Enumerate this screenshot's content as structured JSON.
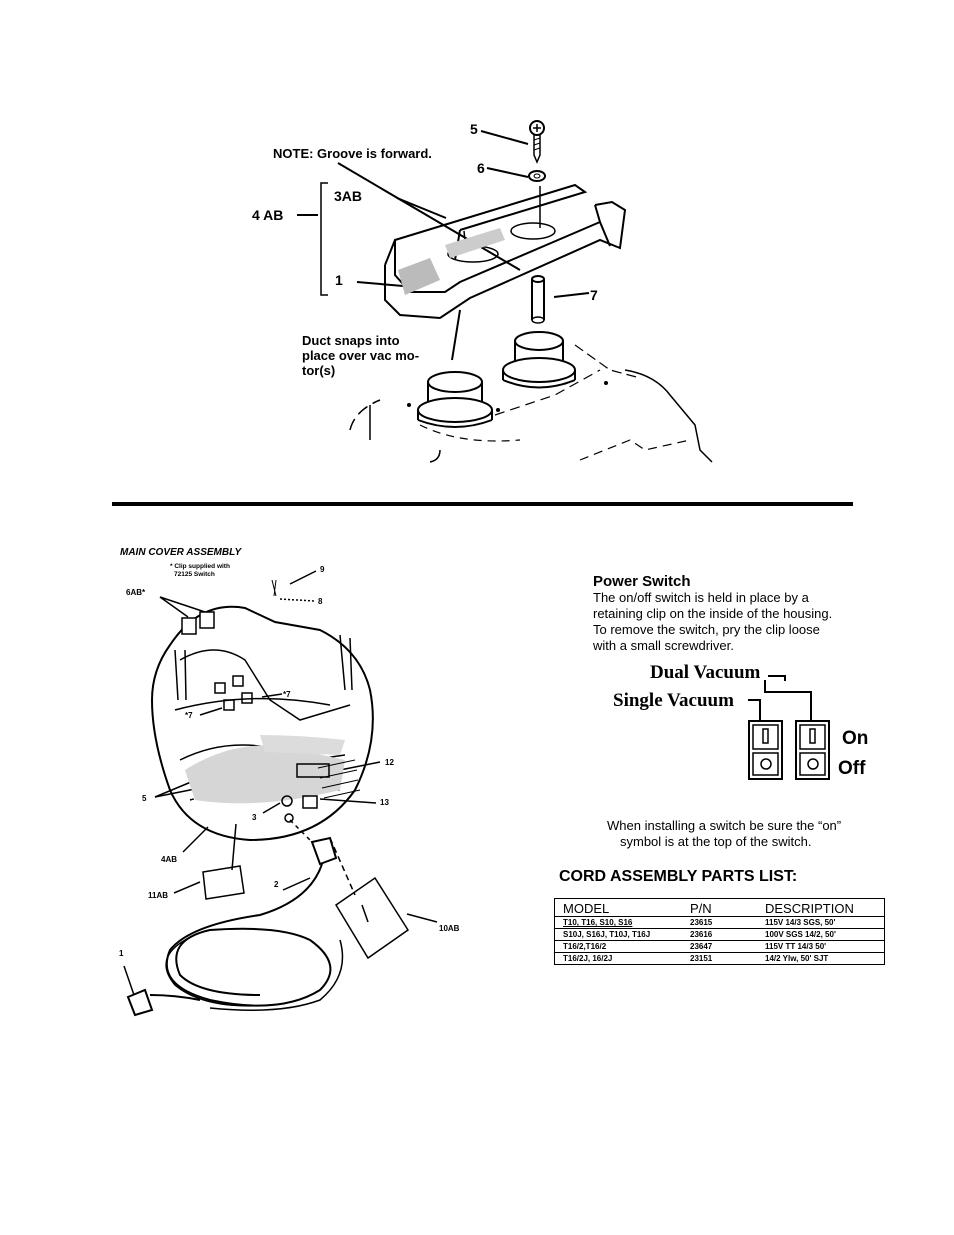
{
  "top_diagram": {
    "label_5": "5",
    "label_6": "6",
    "label_7": "7",
    "label_1": "1",
    "label_3ab": "3AB",
    "label_4ab": "4 AB",
    "note": "NOTE: Groove is forward.",
    "duct_note_lines": [
      "Duct snaps into",
      "place over vac mo-",
      "tor(s)"
    ]
  },
  "main_cover": {
    "title": "MAIN COVER ASSEMBLY",
    "clip_note_lines": [
      "* Clip supplied with",
      "72125 Switch"
    ],
    "labels": {
      "l9": "9",
      "l8": "8",
      "l6ab": "6AB*",
      "l7a": "*7",
      "l7b": "*7",
      "l12": "12",
      "l13": "13",
      "l5": "5",
      "l3": "3",
      "l4ab": "4AB",
      "l11ab": "11AB",
      "l2": "2",
      "l10ab": "10AB",
      "l1": "1"
    }
  },
  "power_switch": {
    "title": "Power Switch",
    "body_lines": [
      "The on/off switch is held in place by a",
      "retaining clip on the inside of the housing.",
      "To remove the switch, pry the clip loose",
      "with a small screwdriver."
    ],
    "dual_vacuum": "Dual Vacuum",
    "single_vacuum": "Single Vacuum",
    "on": "On",
    "off": "Off",
    "install_note_lines": [
      "When installing a switch be sure the “on”",
      "symbol is at the top of the switch."
    ]
  },
  "cord_parts": {
    "title": "CORD ASSEMBLY PARTS LIST:",
    "headers": [
      "MODEL",
      "P/N",
      "DESCRIPTION"
    ],
    "rows": [
      [
        "T10, T16, S10, S16",
        "23615",
        "115V 14/3 SGS, 50'"
      ],
      [
        "S10J, S16J, T10J, T16J",
        "23616",
        "100V SGS 14/2, 50'"
      ],
      [
        "T16/2,T16/2",
        "23647",
        "115V TT 14/3 50'"
      ],
      [
        "T16/2J, 16/2J",
        "23151",
        "14/2 Ylw, 50' SJT"
      ]
    ]
  }
}
